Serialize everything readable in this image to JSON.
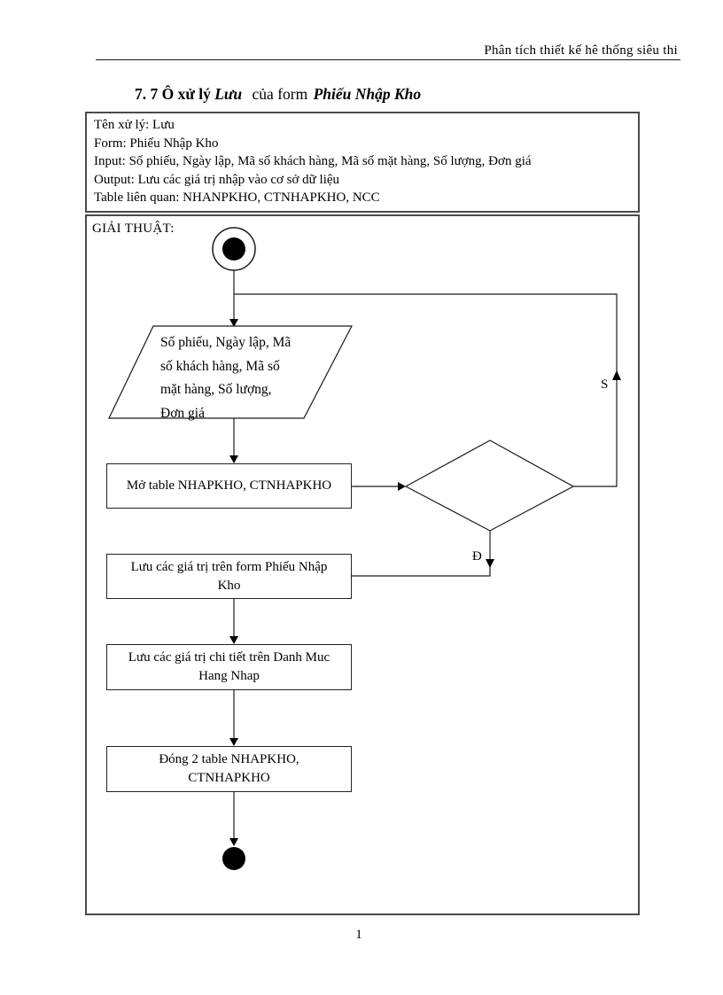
{
  "header": {
    "text": "Phân tích thiết kế hê thống siêu thi"
  },
  "title": {
    "part_bold": "7. 7 Ô xử lý",
    "part_italic1": "Lưu",
    "part_regular": "của form",
    "part_italic2": "Phiếu Nhập Kho"
  },
  "info": {
    "lines": [
      "Tên xử lý:  Lưu",
      "Form:  Phiếu Nhập Kho",
      "Input:  Số phiếu,  Ngày lập,  Mã số khách hàng,  Mã số mặt hàng,  Số lượng,  Đơn giá",
      "Output:  Lưu các giá trị nhập vào cơ sở dữ liệu",
      "Table liên  quan:  NHANPKHO, CTNHAPKHO, NCC"
    ]
  },
  "flowchart": {
    "section_label": "GIẢI THUẬT:",
    "input_lines": [
      "Số phiếu,  Ngày lập,  Mã",
      "số khách hàng,  Mã số",
      "mặt hàng,  Số lượng,",
      "Đơn giá"
    ],
    "step_open": "Mở table  NHAPKHO,  CTNHAPKHO",
    "step_save_form": [
      "Lưu các giá trị trên form Phiếu  Nhập",
      "Kho"
    ],
    "step_save_detail": [
      "Lưu các giá trị chi tiết trên Danh Muc",
      "Hang Nhap"
    ],
    "step_close": [
      "Đóng 2 table NHAPKHO,",
      "CTNHAPKHO"
    ],
    "branch_no": "S",
    "branch_yes": "Đ"
  },
  "footer": {
    "page_number": "1"
  },
  "colors": {
    "ink": "#000000",
    "box_border": "#4a4a4a"
  }
}
